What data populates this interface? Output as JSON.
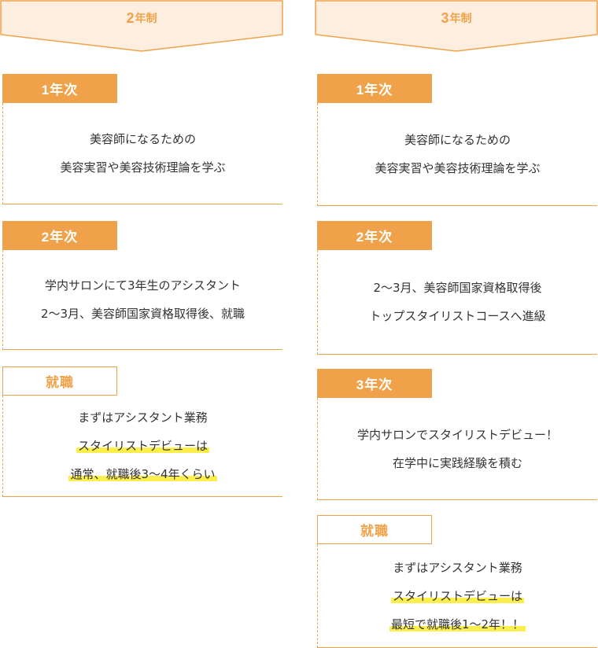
{
  "left": {
    "header": {
      "num": "2",
      "unit": "年制"
    },
    "steps": [
      {
        "label": "1年次",
        "lines": [
          "美容師になるための",
          "美容実習や美容技術理論を学ぶ"
        ]
      },
      {
        "label": "2年次",
        "lines": [
          "学内サロンにて3年生のアシスタント",
          "2〜3月、美容師国家資格取得後、就職"
        ]
      },
      {
        "label": "就職",
        "lines": [
          "まずはアシスタント業務",
          "スタイリストデビューは",
          "通常、就職後3〜4年くらい"
        ]
      }
    ]
  },
  "right": {
    "header": {
      "num": "3",
      "unit": "年制"
    },
    "steps": [
      {
        "label": "1年次",
        "lines": [
          "美容師になるための",
          "美容実習や美容技術理論を学ぶ"
        ]
      },
      {
        "label": "2年次",
        "lines": [
          "2〜3月、美容師国家資格取得後",
          "トップスタイリストコースへ進級"
        ]
      },
      {
        "label": "3年次",
        "lines": [
          "学内サロンでスタイリストデビュー！",
          "在学中に実践経験を積む"
        ]
      },
      {
        "label": "就職",
        "lines": [
          "まずはアシスタント業務",
          "スタイリストデビューは",
          "最短で就職後1〜2年！！"
        ]
      }
    ]
  },
  "colors": {
    "accent": "#f0a24b",
    "header_fill": "#fdeee0",
    "highlight": "#fcee4c",
    "text": "#333333"
  }
}
